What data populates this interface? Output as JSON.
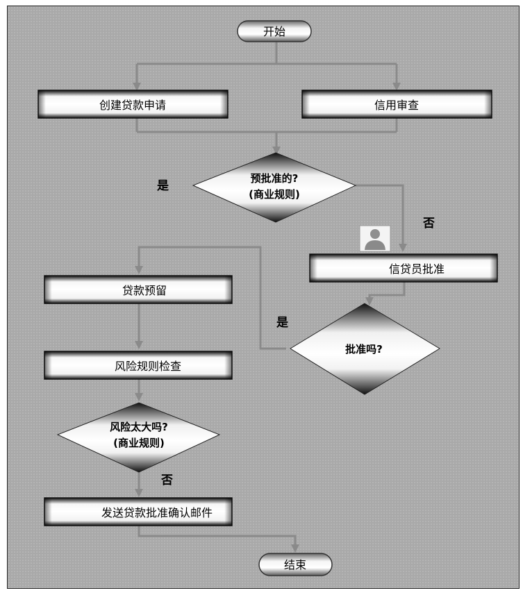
{
  "nodes": {
    "start": "开始",
    "create_loan": "创建贷款申请",
    "credit_check": "信用审查",
    "preapproved_line1": "预批准的?",
    "preapproved_line2": "(商业规则)",
    "officer_approve": "信贷员批准",
    "approved_q": "批准吗?",
    "loan_reserve": "贷款预留",
    "risk_check": "风险规则检查",
    "risk_high_line1": "风险太大吗?",
    "risk_high_line2": "(商业规则)",
    "send_email": "发送贷款批准确认邮件",
    "end": "结束"
  },
  "edge_labels": {
    "preapproved_yes": "是",
    "preapproved_no": "否",
    "approved_yes": "是",
    "risk_no": "否"
  },
  "icons": {
    "officer": "person-icon"
  },
  "colors": {
    "background": "#a9a9a9",
    "connector": "#8a8a8a",
    "node_dark": "#111111",
    "node_light": "#ffffff"
  }
}
